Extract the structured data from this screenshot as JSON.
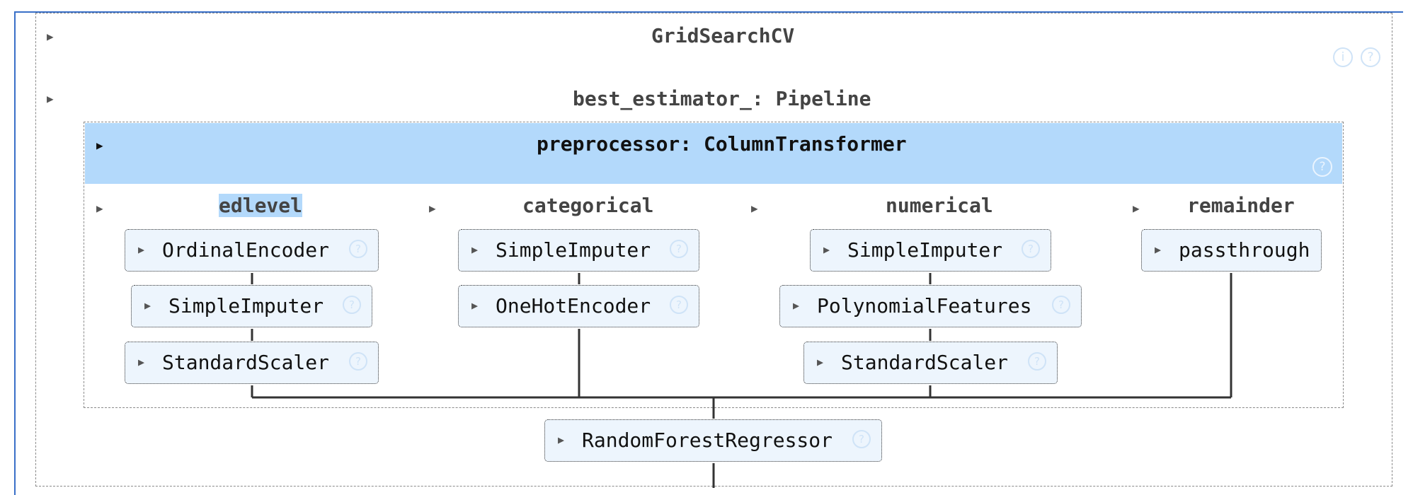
{
  "gridsearch": {
    "title": "GridSearchCV",
    "info_icon": "info-icon",
    "help_icon": "help-icon"
  },
  "best_estimator": {
    "title": "best_estimator_: Pipeline"
  },
  "preprocessor": {
    "title": "preprocessor: ColumnTransformer",
    "help_icon": "help-icon"
  },
  "columns": {
    "edlevel": {
      "title": "edlevel",
      "steps": [
        "OrdinalEncoder",
        "SimpleImputer",
        "StandardScaler"
      ]
    },
    "categorical": {
      "title": "categorical",
      "steps": [
        "SimpleImputer",
        "OneHotEncoder"
      ]
    },
    "numerical": {
      "title": "numerical",
      "steps": [
        "SimpleImputer",
        "PolynomialFeatures",
        "StandardScaler"
      ]
    },
    "remainder": {
      "title": "remainder",
      "steps": [
        "passthrough"
      ]
    }
  },
  "final_estimator": {
    "label": "RandomForestRegressor"
  },
  "colors": {
    "header_band": "#b3d9fb",
    "estimator_bg": "#edf5fd",
    "frame_accent": "#3a70c8"
  }
}
